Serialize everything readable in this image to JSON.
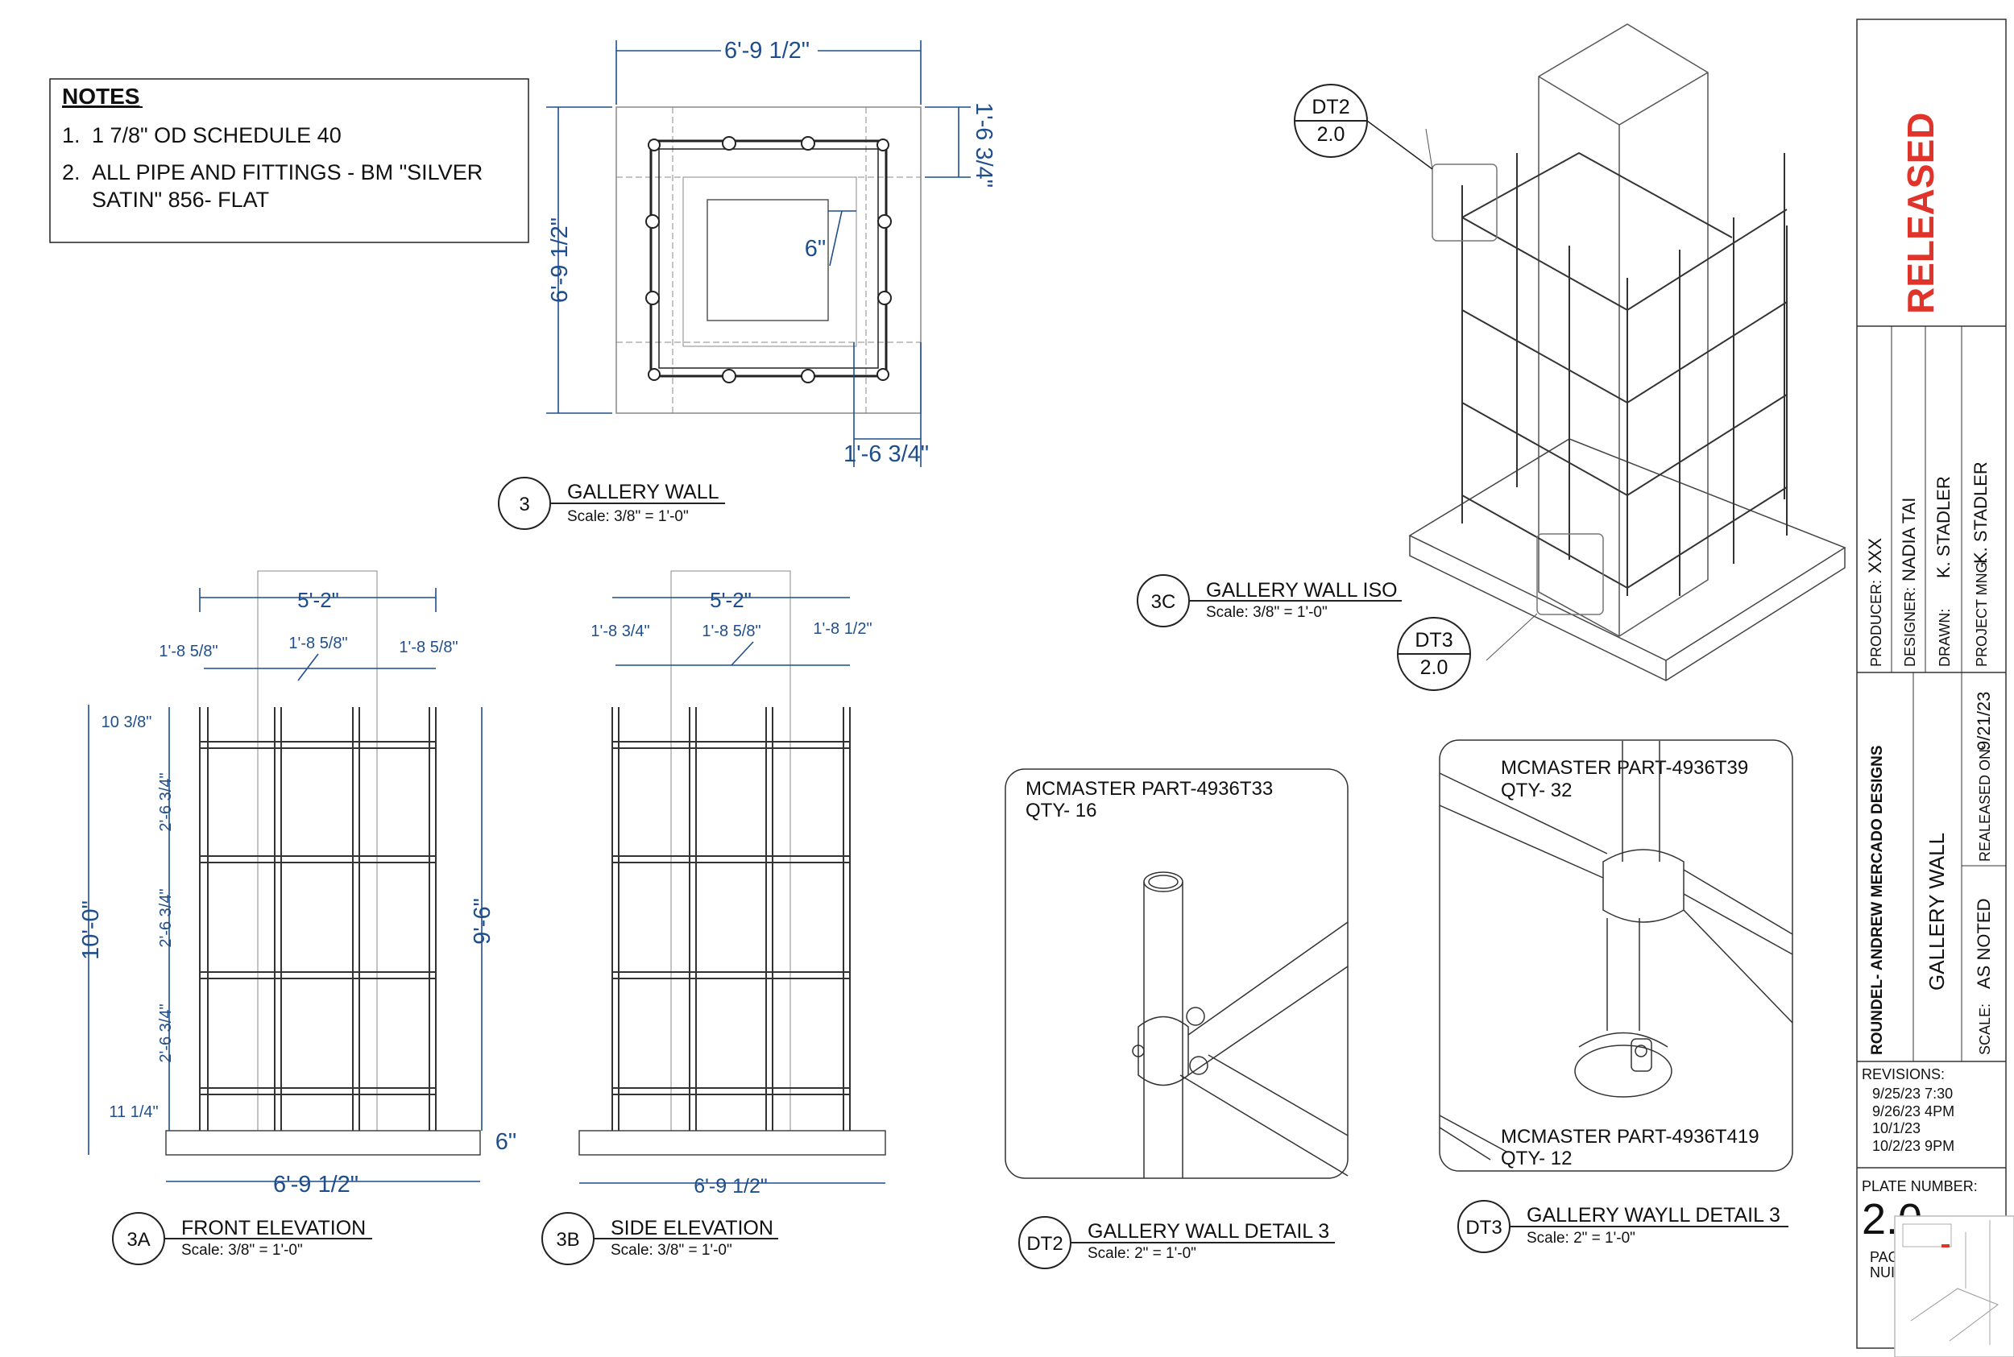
{
  "notes": {
    "heading": "NOTES",
    "items": [
      {
        "num": "1.",
        "text": "1 7/8\" OD SCHEDULE 40"
      },
      {
        "num": "2.",
        "line1": "ALL PIPE AND FITTINGS - BM \"SILVER",
        "line2": "SATIN\" 856- FLAT"
      }
    ]
  },
  "plan": {
    "dim_top": "6'-9 1/2\"",
    "dim_left": "6'-9 1/2\"",
    "dim_right": "1'-6 3/4\"",
    "dim_bottom": "1'-6 3/4\"",
    "dim_inner": "6\""
  },
  "views": {
    "v3": {
      "tag": "3",
      "title": "GALLERY WALL",
      "scale": "Scale: 3/8\" = 1'-0\""
    },
    "v3a": {
      "tag": "3A",
      "title": "FRONT ELEVATION",
      "scale": "Scale: 3/8\" = 1'-0\""
    },
    "v3b": {
      "tag": "3B",
      "title": "SIDE ELEVATION",
      "scale": "Scale: 3/8\" = 1'-0\""
    },
    "v3c": {
      "tag": "3C",
      "title": "GALLERY WALL ISO",
      "scale": "Scale: 3/8\" = 1'-0\""
    },
    "vdt2": {
      "tag": "DT2",
      "title": "GALLERY WALL DETAIL 3",
      "scale": "Scale: 2\" = 1'-0\""
    },
    "vdt3": {
      "tag": "DT3",
      "title": "GALLERY WAYLL DETAIL 3",
      "scale": "Scale: 2\" = 1'-0\""
    }
  },
  "callouts": {
    "dt2": {
      "tag": "DT2",
      "sheet": "2.0"
    },
    "dt3": {
      "tag": "DT3",
      "sheet": "2.0"
    }
  },
  "front": {
    "top": "5'-2\"",
    "seg_left": "1'-8 5/8\"",
    "seg_mid": "1'-8 5/8\"",
    "seg_right": "1'-8 5/8\"",
    "offset_top": "10 3/8\"",
    "spacing1": "2'-6 3/4\"",
    "spacing2": "2'-6 3/4\"",
    "spacing3": "2'-6 3/4\"",
    "offset_bottom": "11 1/4\"",
    "height": "10'-0\"",
    "height_right": "9'-6\"",
    "base": "6\"",
    "width": "6'-9 1/2\""
  },
  "side": {
    "top": "5'-2\"",
    "seg_left": "1'-8 3/4\"",
    "seg_mid": "1'-8 5/8\"",
    "seg_right": "1'-8 1/2\"",
    "width": "6'-9 1/2\""
  },
  "dt2": {
    "part": "MCMASTER PART-4936T33",
    "qty": "QTY-  16"
  },
  "dt3": {
    "part1": "MCMASTER PART-4936T39",
    "qty1": "QTY-  32",
    "part2": "MCMASTER PART-4936T419",
    "qty2": "QTY-  12"
  },
  "titleblock": {
    "status": "RELEASED",
    "status_color": "#e0342b",
    "producer_label": "PRODUCER:",
    "producer": "XXX",
    "designer_label": "DESIGNER:",
    "designer": "NADIA TAI",
    "drawn_label": "DRAWN:",
    "drawn": "K. STADLER",
    "pm_label": "PROJECT MNG:",
    "pm": "K. STADLER",
    "company": "ROUNDEL- ANDREW MERCADO DESIGNS",
    "project": "GALLERY WALL",
    "released_label": "REALEASED ON:",
    "released": "9/21/23",
    "scale_label": "SCALE:",
    "scale": "AS NOTED",
    "revisions_label": "REVISIONS:",
    "revisions": [
      "9/25/23 7:30",
      "9/26/23 4PM",
      "10/1/23",
      "10/2/23 9PM"
    ],
    "plate_label": "PLATE NUMBER:",
    "plate": "2.0",
    "page_label_1": "PAG",
    "page_label_2": "NUI"
  }
}
